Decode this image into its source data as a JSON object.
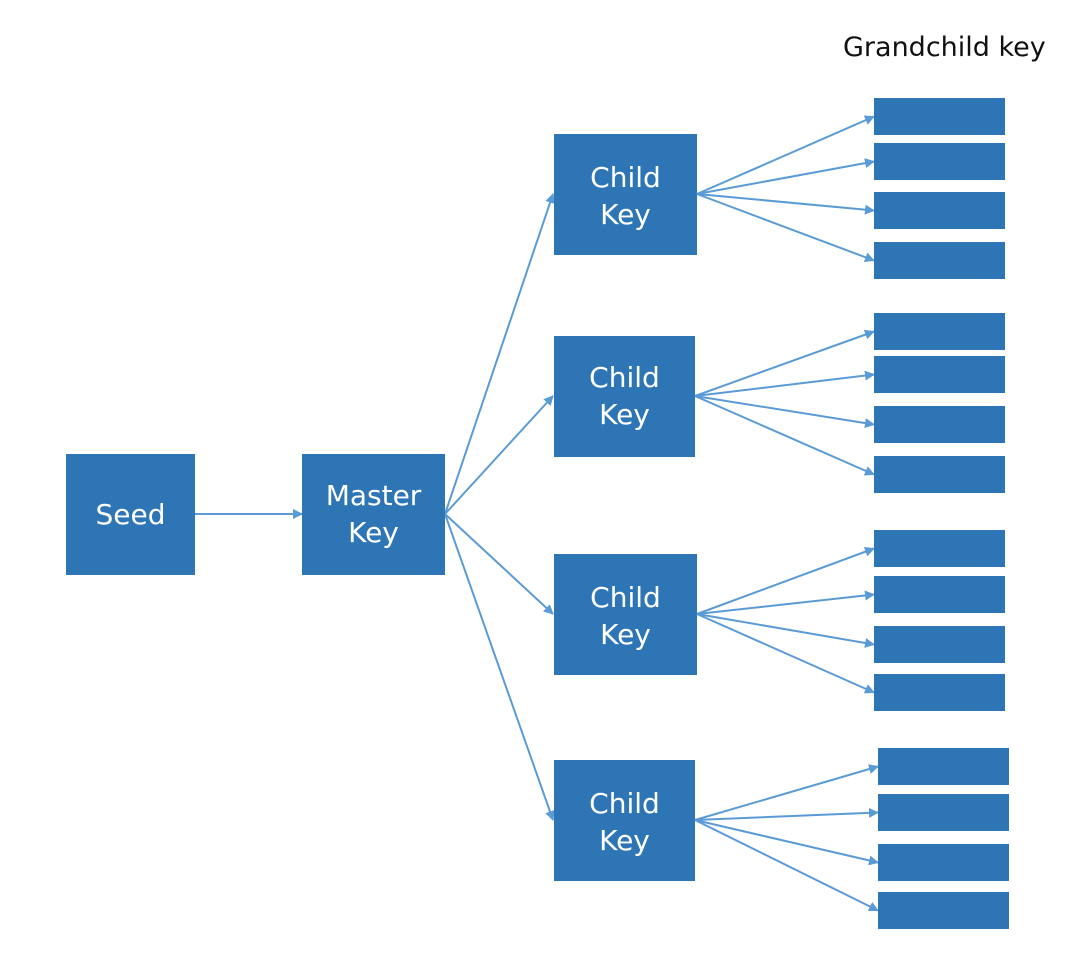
{
  "diagram": {
    "grandchild_header": "Grandchild key",
    "seed": {
      "label": "Seed"
    },
    "master": {
      "line1": "Master",
      "line2": "Key"
    },
    "children": [
      {
        "line1": "Child",
        "line2": "Key",
        "grandchild_count": 4
      },
      {
        "line1": "Child",
        "line2": "Key",
        "grandchild_count": 4
      },
      {
        "line1": "Child",
        "line2": "Key",
        "grandchild_count": 4
      },
      {
        "line1": "Child",
        "line2": "Key",
        "grandchild_count": 4
      }
    ],
    "colors": {
      "box_fill": "#2e75b6",
      "arrow": "#5b9bd5",
      "box_text": "#ffffff",
      "header_text": "#111111"
    }
  }
}
